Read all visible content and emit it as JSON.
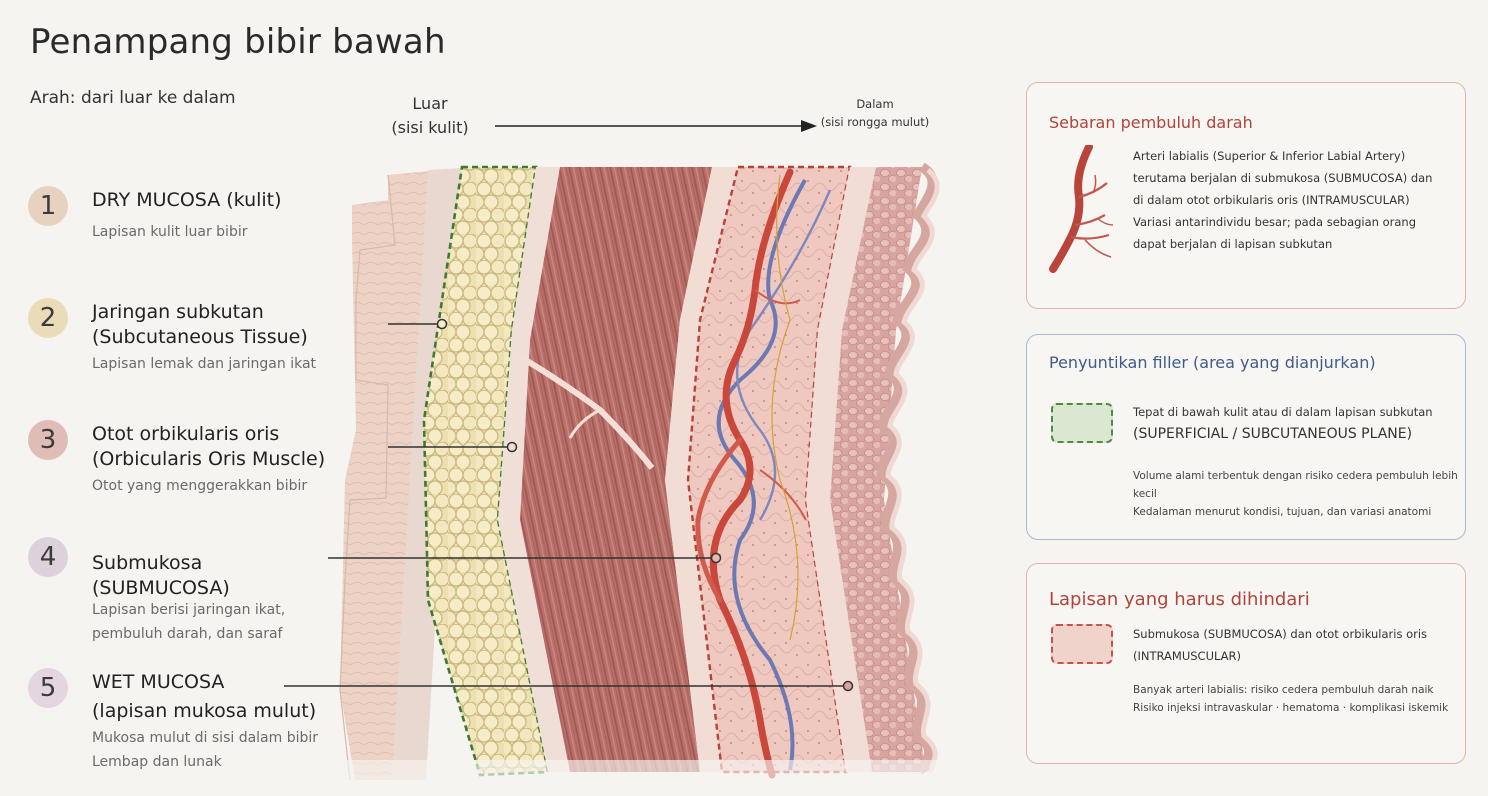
{
  "title": "Penampang bibir bawah",
  "subtitle": "Arah: dari luar ke dalam",
  "direction": {
    "outer_line1": "Luar",
    "outer_line2": "(sisi kulit)",
    "inner_line1": "Dalam",
    "inner_line2": "(sisi rongga mulut)"
  },
  "layers": [
    {
      "number": "1",
      "name_line1": "DRY MUCOSA (kulit)",
      "name_line2": "",
      "desc_line1": "Lapisan kulit luar bibir",
      "desc_line2": "",
      "color": "#e7d2c0"
    },
    {
      "number": "2",
      "name_line1": "Jaringan subkutan",
      "name_line2": "(Subcutaneous Tissue)",
      "desc_line1": "Lapisan lemak dan jaringan ikat",
      "desc_line2": "",
      "color": "#ebdcb9"
    },
    {
      "number": "3",
      "name_line1": "Otot orbikularis oris",
      "name_line2": "(Orbicularis Oris Muscle)",
      "desc_line1": "Otot yang menggerakkan bibir",
      "desc_line2": "",
      "color": "#dfbcb6"
    },
    {
      "number": "4",
      "name_line1": "Submukosa",
      "name_line2": "(SUBMUCOSA)",
      "desc_line1": "Lapisan berisi jaringan ikat,",
      "desc_line2": "pembuluh darah, dan saraf",
      "color": "#ddd2dc"
    },
    {
      "number": "5",
      "name_line1": "WET MUCOSA",
      "name_line2": "(lapisan mukosa mulut)",
      "desc_line1": "Mukosa mulut di sisi dalam bibir",
      "desc_line2": "Lembap dan lunak",
      "color": "#e4d5e0"
    }
  ],
  "cards": {
    "vessels": {
      "title": "Sebaran pembuluh darah",
      "line1": "Arteri labialis (Superior & Inferior Labial Artery)",
      "line2": "terutama berjalan di submukosa (SUBMUCOSA) dan",
      "line3": "di dalam otot orbikularis oris (INTRAMUSCULAR)",
      "line4": "Variasi antarindividu besar; pada sebagian orang",
      "line5": "dapat berjalan di lapisan subkutan",
      "accent": "#b0443a",
      "icon": "artery-icon"
    },
    "injection": {
      "title": "Penyuntikan filler (area yang dianjurkan)",
      "line1": "Tepat di bawah kulit atau di dalam lapisan subkutan",
      "line2": "(SUPERFICIAL / SUBCUTANEOUS PLANE)",
      "note1": "Volume alami terbentuk dengan risiko cedera pembuluh lebih kecil",
      "note2": "Kedalaman menurut kondisi, tujuan, dan variasi anatomi",
      "accent": "#3f5a8c",
      "swatch_color": "#dbe8d1"
    },
    "avoid": {
      "title": "Lapisan yang harus dihindari",
      "line1": "Submukosa (SUBMUCOSA) dan otot orbikularis oris",
      "line2": "(INTRAMUSCULAR)",
      "note1": "Banyak arteri labialis: risiko cedera pembuluh darah naik",
      "note2": "Risiko injeksi intravaskular · hematoma · komplikasi iskemik",
      "accent": "#b0443a",
      "swatch_color": "#f0d3cb"
    }
  }
}
